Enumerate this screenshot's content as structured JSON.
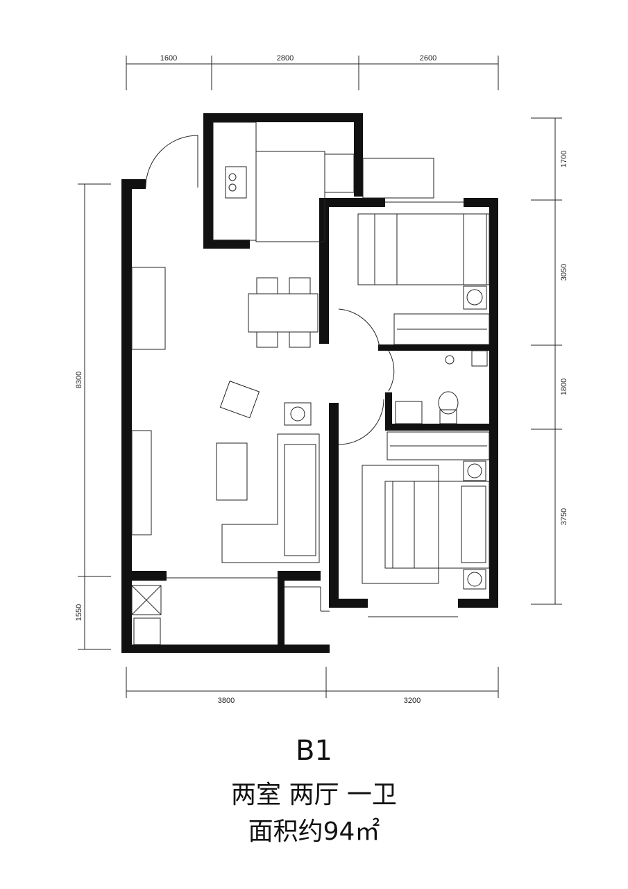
{
  "plan": {
    "dims_top": [
      "1600",
      "2800",
      "2600"
    ],
    "dims_bottom": [
      "3800",
      "3200"
    ],
    "dims_right": [
      "1700",
      "3050",
      "1800",
      "3750"
    ],
    "dims_left": [
      "8300",
      "1550"
    ]
  },
  "caption": {
    "unit_type": "B1",
    "layout": "两室 两厅 一卫",
    "area": "面积约94㎡"
  },
  "colors": {
    "wall": "#111111",
    "line": "#222222"
  }
}
